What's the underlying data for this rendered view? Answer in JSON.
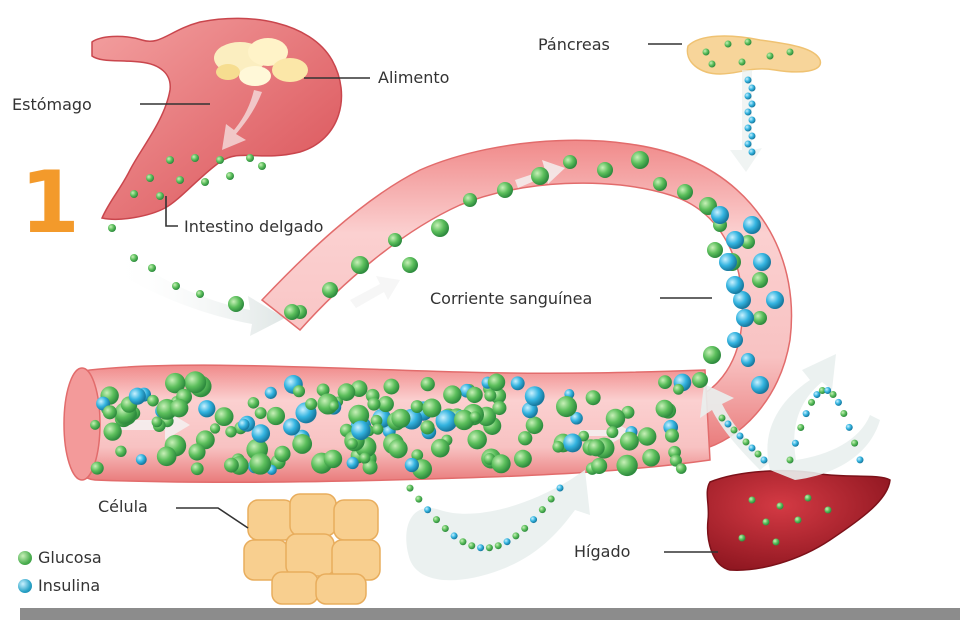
{
  "step_number": "1",
  "labels": {
    "pancreas": "Páncreas",
    "food": "Alimento",
    "stomach": "Estómago",
    "small_intestine": "Intestino delgado",
    "bloodstream": "Corriente sanguínea",
    "cell": "Célula",
    "liver": "Hígado"
  },
  "legend": [
    {
      "label": "Glucosa",
      "color": "#4caf50"
    },
    {
      "label": "Insulina",
      "color": "#29a3c7"
    }
  ],
  "colors": {
    "organ_pink": "#e8787a",
    "vessel_pink": "#f6b8b8",
    "pancreas": "#f7d59a",
    "liver": "#b0232b",
    "cells": "#f8cf8f",
    "arrow": "#e6eceb",
    "step_number": "#f39a2b"
  }
}
